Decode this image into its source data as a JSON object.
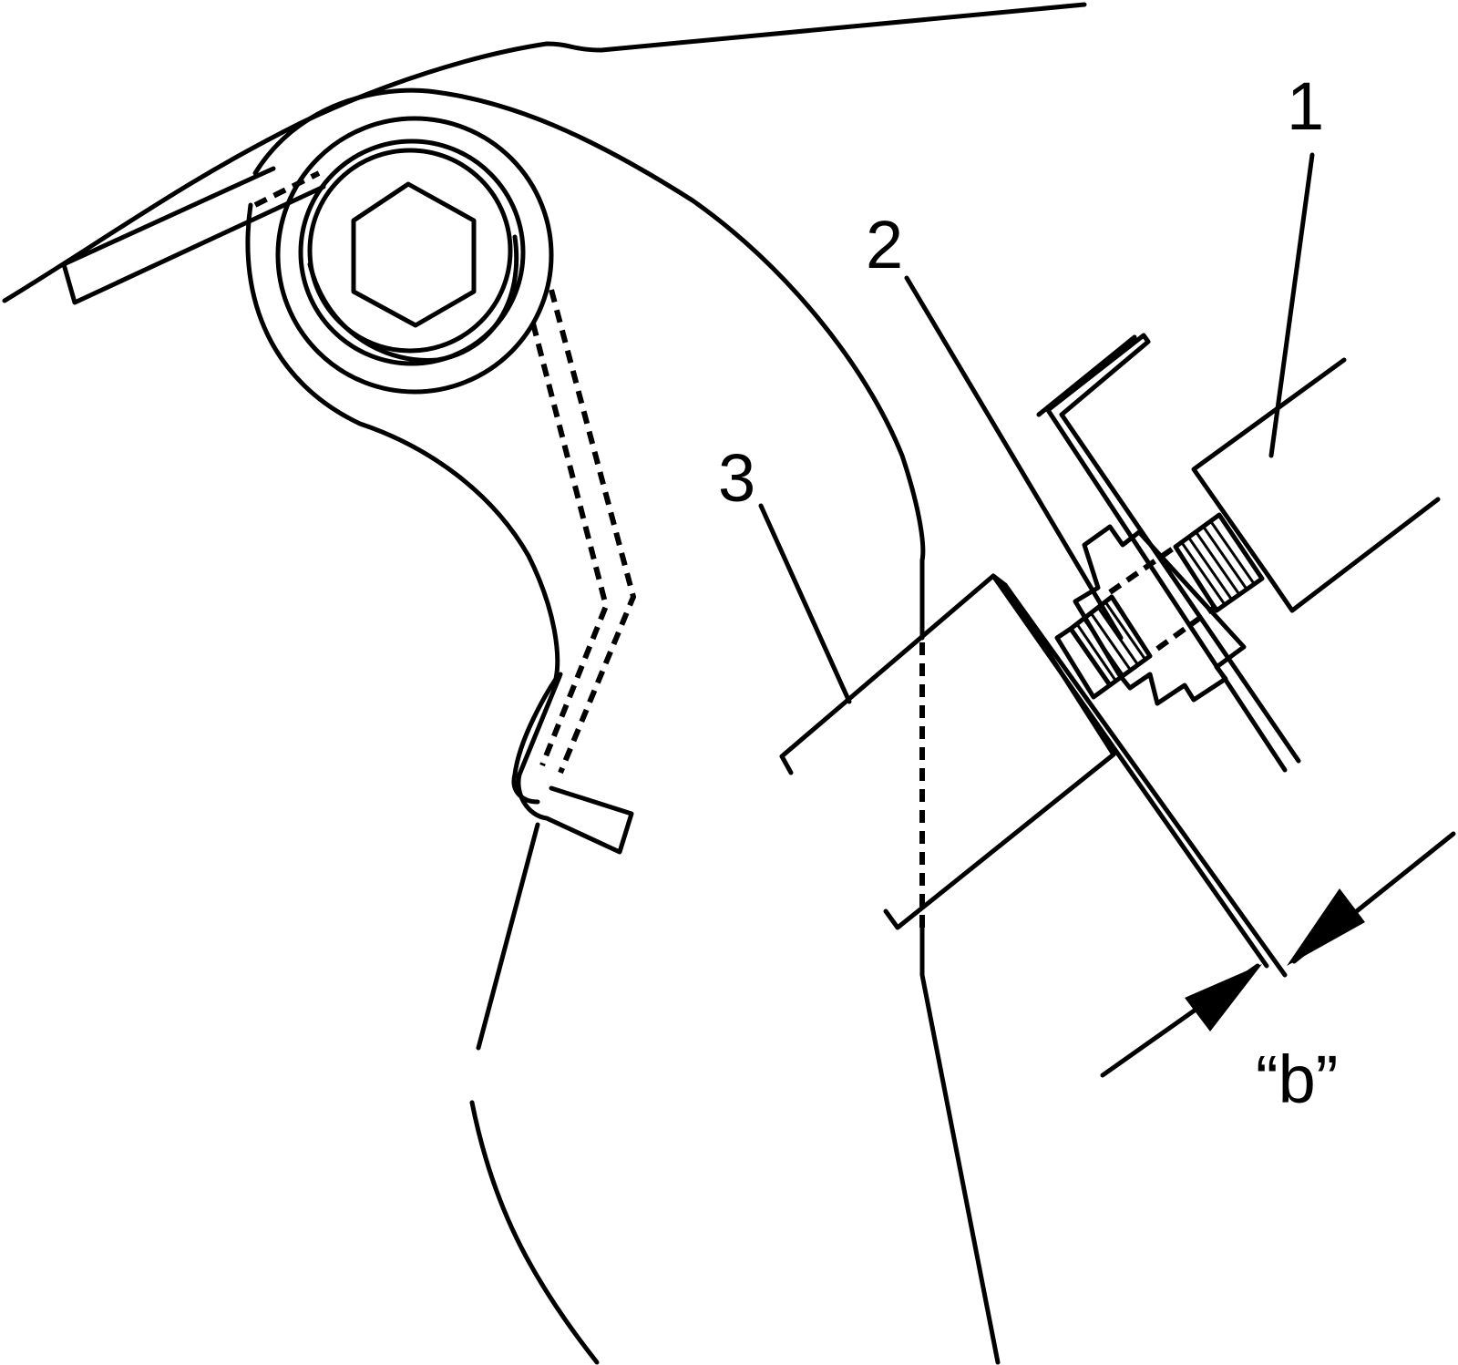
{
  "callouts": [
    {
      "id": "1",
      "text": "1"
    },
    {
      "id": "2",
      "text": "2"
    },
    {
      "id": "3",
      "text": "3"
    }
  ],
  "dimension_label": "“b”"
}
